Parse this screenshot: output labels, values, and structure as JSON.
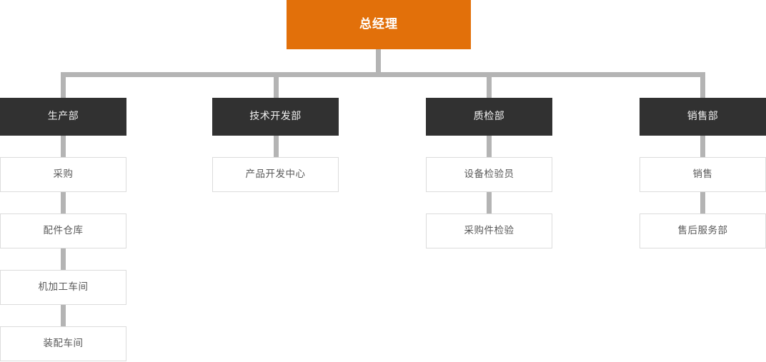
{
  "chart": {
    "type": "org-chart",
    "title": "",
    "root": {
      "label": "总经理",
      "level": 0,
      "style": "root",
      "color": "#e2700a",
      "text_color": "#ffffff"
    },
    "departments": [
      {
        "label": "生产部",
        "style": "dept",
        "color": "#313131",
        "text_color": "#f2f2f2",
        "children": [
          {
            "label": "采购",
            "style": "sub"
          },
          {
            "label": "配件仓库",
            "style": "sub"
          },
          {
            "label": "机加工车间",
            "style": "sub"
          },
          {
            "label": "装配车间",
            "style": "sub"
          }
        ]
      },
      {
        "label": "技术开发部",
        "style": "dept",
        "color": "#313131",
        "text_color": "#f2f2f2",
        "children": [
          {
            "label": "产品开发中心",
            "style": "sub"
          }
        ]
      },
      {
        "label": "质检部",
        "style": "dept",
        "color": "#313131",
        "text_color": "#f2f2f2",
        "children": [
          {
            "label": "设备检验员",
            "style": "sub"
          },
          {
            "label": "采购件检验",
            "style": "sub"
          }
        ]
      },
      {
        "label": "销售部",
        "style": "dept",
        "color": "#313131",
        "text_color": "#f2f2f2",
        "children": [
          {
            "label": "销售",
            "style": "sub"
          },
          {
            "label": "售后服务部",
            "style": "sub"
          }
        ]
      }
    ],
    "colors": {
      "root_fill": "#e2700a",
      "dept_fill": "#313131",
      "sub_fill": "#ffffff",
      "sub_border": "#dcdcdc",
      "connector": "#b4b4b4",
      "background": "#ffffff"
    }
  }
}
